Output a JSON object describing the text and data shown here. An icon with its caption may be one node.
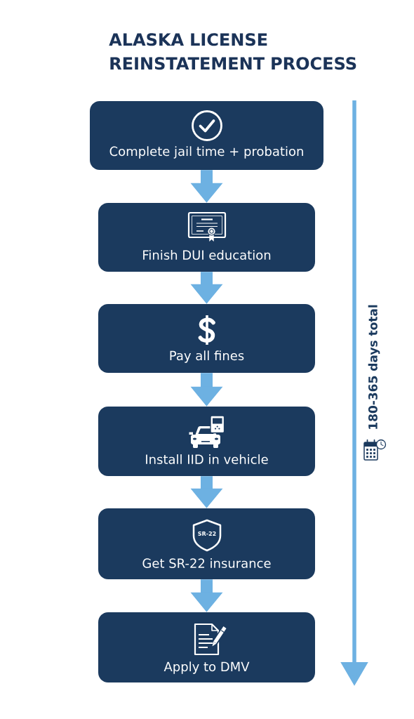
{
  "diagram": {
    "title": "ALASKA LICENSE REINSTATEMENT PROCESS",
    "nodes": [
      {
        "text": [
          "Complete jail time + probation"
        ]
      },
      {
        "text": [
          "Finish DUI education"
        ]
      },
      {
        "text": [
          "Pay all fines"
        ]
      },
      {
        "text": [
          "Install IID in vehicle"
        ]
      },
      {
        "text": [
          "SR-22",
          "Get SR-22 insurance"
        ]
      },
      {
        "text": [
          "Apply to DMV"
        ]
      }
    ],
    "edges": [
      {
        "from": 0,
        "to": 1,
        "arrow": "to"
      },
      {
        "from": 1,
        "to": 2,
        "arrow": "to"
      },
      {
        "from": 2,
        "to": 3,
        "arrow": "to"
      },
      {
        "from": 3,
        "to": 4,
        "arrow": "to"
      },
      {
        "from": 4,
        "to": 5,
        "arrow": "to"
      }
    ],
    "labels": [
      "180-365 days total"
    ]
  }
}
